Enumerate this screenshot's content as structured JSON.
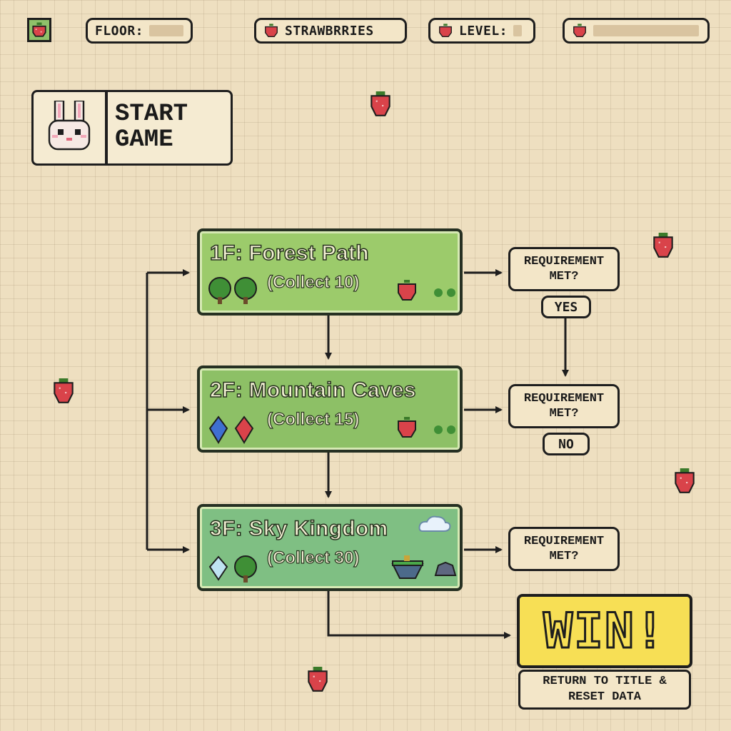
{
  "hud": {
    "floor_label": "FLOOR:",
    "strawberries_label": "STRAWBRRIES",
    "level_label": "LEVEL:"
  },
  "start": {
    "line1": "START",
    "line2": "GAME"
  },
  "floors": [
    {
      "title": "1F: Forest Path",
      "subtitle": "(Collect 10)",
      "color": "#9ccb6b",
      "icons": [
        "tree-icon",
        "tree-icon",
        "strawberry-icon",
        "clover-icon"
      ]
    },
    {
      "title": "2F: Mountain Caves",
      "subtitle": "(Collect 15)",
      "color": "#8dc066",
      "icons": [
        "blue-crystal-icon",
        "red-crystal-icon",
        "strawberry-icon",
        "clover-icon"
      ]
    },
    {
      "title": "3F: Sky Kingdom",
      "subtitle": "(Collect 30)",
      "color": "#7fbf83",
      "icons": [
        "ice-crystal-icon",
        "tree-icon",
        "floating-island-icon",
        "rock-icon",
        "cloud-icon"
      ]
    }
  ],
  "requirements": [
    {
      "label_line1": "REQUIREMENT",
      "label_line2": "MET?"
    },
    {
      "label_line1": "REQUIREMENT",
      "label_line2": "MET?"
    },
    {
      "label_line1": "REQUIREMENT",
      "label_line2": "MET?"
    }
  ],
  "answers": {
    "yes": "YES",
    "no": "NO"
  },
  "win": {
    "title": "WIN!",
    "return_line1": "RETURN TO TITLE &",
    "return_line2": "RESET DATA"
  },
  "colors": {
    "background": "#eedfc0",
    "strawberry": "#d9434a",
    "win_yellow": "#f7df55"
  }
}
